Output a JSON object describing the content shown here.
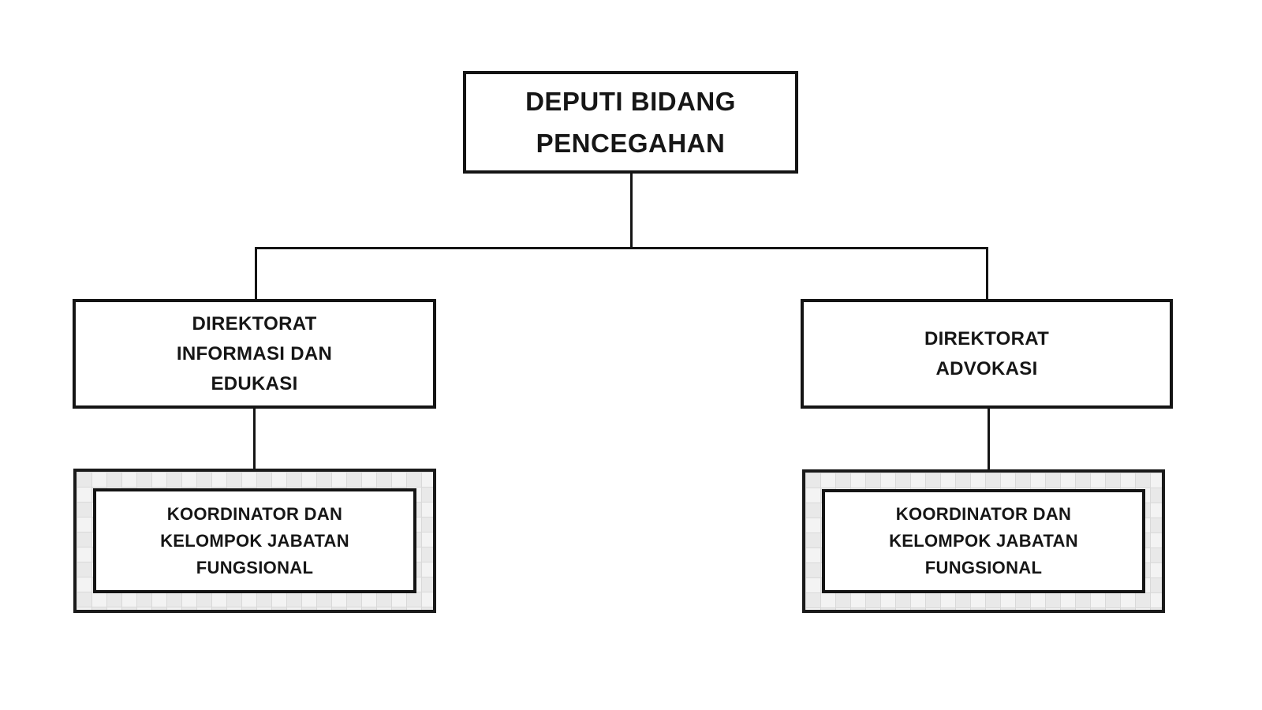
{
  "diagram": {
    "title": "Organization chart - Deputi Bidang Pencegahan",
    "type": "org-chart",
    "colors": {
      "background": "#ffffff",
      "box_border": "#141414",
      "connector": "#141414",
      "text": "#161616",
      "pattern_fill": "#eeeeee",
      "pattern_grid_line": "#d9d9d9"
    },
    "nodes": {
      "root": {
        "label": "DEPUTI BIDANG PENCEGAHAN",
        "line1": "DEPUTI BIDANG",
        "line2": "PENCEGAHAN"
      },
      "left_directorate": {
        "label": "DIREKTORAT INFORMASI DAN EDUKASI",
        "line1": "DIREKTORAT",
        "line2": "INFORMASI DAN",
        "line3": "EDUKASI"
      },
      "right_directorate": {
        "label": "DIREKTORAT ADVOKASI",
        "line1": "DIREKTORAT",
        "line2": "ADVOKASI"
      },
      "left_functional": {
        "label": "KOORDINATOR DAN KELOMPOK JABATAN FUNGSIONAL",
        "line1": "KOORDINATOR DAN",
        "line2": "KELOMPOK JABATAN",
        "line3": "FUNGSIONAL"
      },
      "right_functional": {
        "label": "KOORDINATOR DAN KELOMPOK JABATAN FUNGSIONAL",
        "line1": "KOORDINATOR DAN",
        "line2": "KELOMPOK JABATAN",
        "line3": "FUNGSIONAL"
      }
    },
    "edges": [
      {
        "from": "root",
        "to": "left_directorate"
      },
      {
        "from": "root",
        "to": "right_directorate"
      },
      {
        "from": "left_directorate",
        "to": "left_functional"
      },
      {
        "from": "right_directorate",
        "to": "right_functional"
      }
    ]
  }
}
